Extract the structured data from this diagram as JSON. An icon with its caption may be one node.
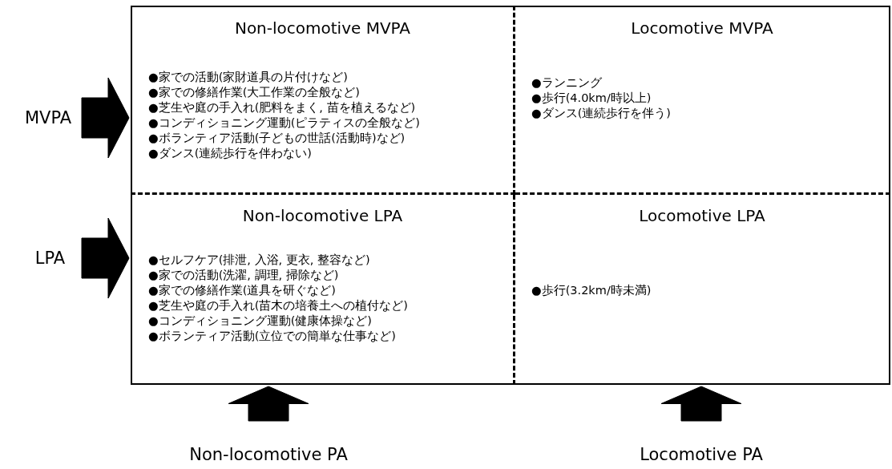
{
  "diagram": {
    "nodes": [
      {
        "text": [
          "Non-locomotive MVPA",
          "●家での活動(家財道具の片付けなど)",
          "●家での修繕作業(大工作業の全般など)",
          "●芝生や庭の手入れ(肥料をまく, 苗を植えるなど)",
          "●コンディショニング運動(ピラティスの全般など)",
          "●ボランティア活動(子どもの世話(活動時)など)",
          "●ダンス(連続歩行を伴わない)"
        ]
      },
      {
        "text": [
          "Locomotive MVPA",
          "●ランニング",
          "●歩行(4.0km/時以上)",
          "●ダンス(連続歩行を伴う)"
        ]
      },
      {
        "text": [
          "Non-locomotive LPA",
          "●セルフケア(排泄, 入浴, 更衣, 整容など)",
          "●家での活動(洗濯, 調理, 掃除など)",
          "●家での修繕作業(道具を研ぐなど)",
          "●芝生や庭の手入れ(苗木の培養土への植付など)",
          "●コンディショニング運動(健康体操など)",
          "●ボランティア活動(立位での簡単な仕事など)"
        ]
      },
      {
        "text": [
          "Locomotive LPA",
          "●歩行(3.2km/時未満)"
        ]
      },
      {
        "text": [
          "MVPA"
        ]
      },
      {
        "text": [
          "LPA"
        ]
      },
      {
        "text": [
          "Non-locomotive PA"
        ]
      },
      {
        "text": [
          "Locomotive PA"
        ]
      }
    ],
    "edges": [
      {
        "from": 4,
        "to": 0,
        "arrow": "to"
      },
      {
        "from": 5,
        "to": 2,
        "arrow": "to"
      },
      {
        "from": 6,
        "to": 2,
        "arrow": "to"
      },
      {
        "from": 7,
        "to": 3,
        "arrow": "to"
      }
    ]
  }
}
